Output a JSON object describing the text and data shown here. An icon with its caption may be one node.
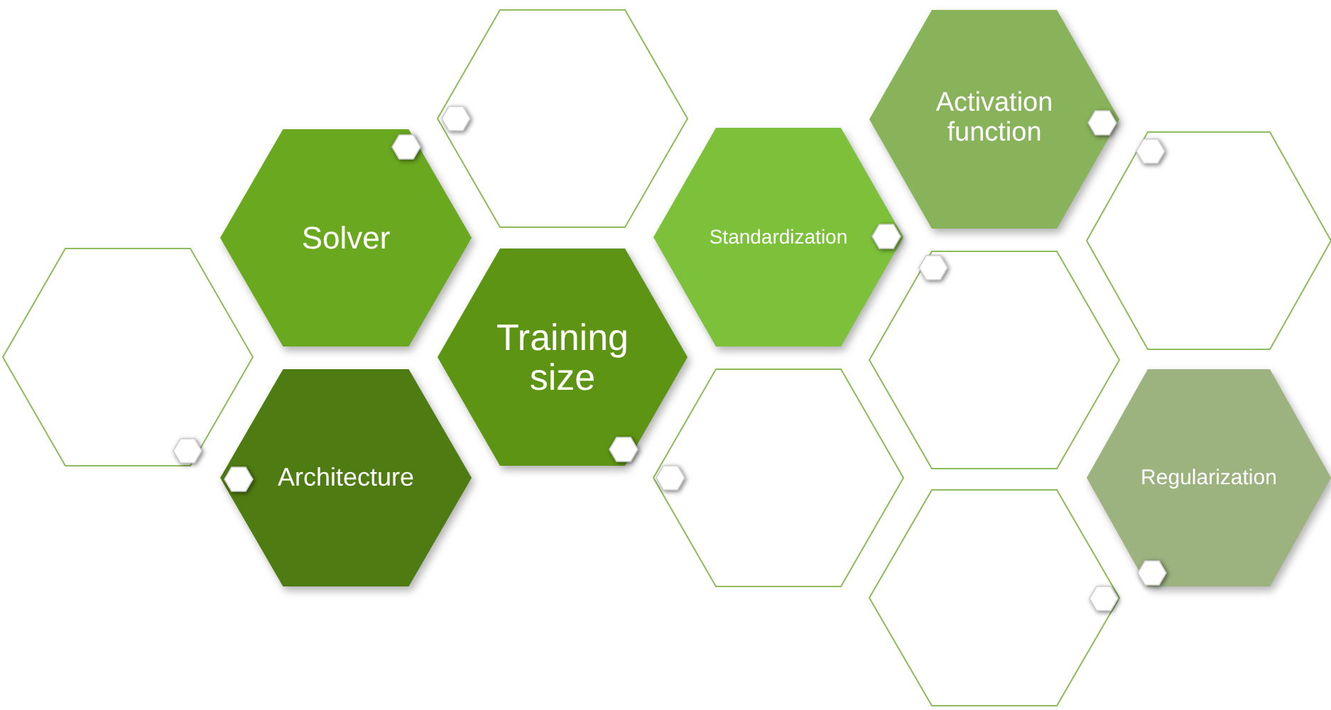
{
  "diagram": {
    "nodes": [
      {
        "text": [],
        "shape": "hexagon"
      },
      {
        "text": [
          "Solver"
        ]
      },
      {
        "text": [
          "Architecture"
        ]
      },
      {
        "text": [],
        "shape": "hexagon"
      },
      {
        "text": [
          "Training size"
        ]
      },
      {
        "text": [
          "Standardization"
        ]
      },
      {
        "text": [],
        "shape": "hexagon"
      },
      {
        "text": [
          "Activation function"
        ]
      },
      {
        "text": [],
        "shape": "hexagon"
      },
      {
        "text": [],
        "shape": "hexagon"
      },
      {
        "text": [],
        "shape": "hexagon"
      },
      {
        "text": [
          "Regularization"
        ]
      }
    ]
  }
}
